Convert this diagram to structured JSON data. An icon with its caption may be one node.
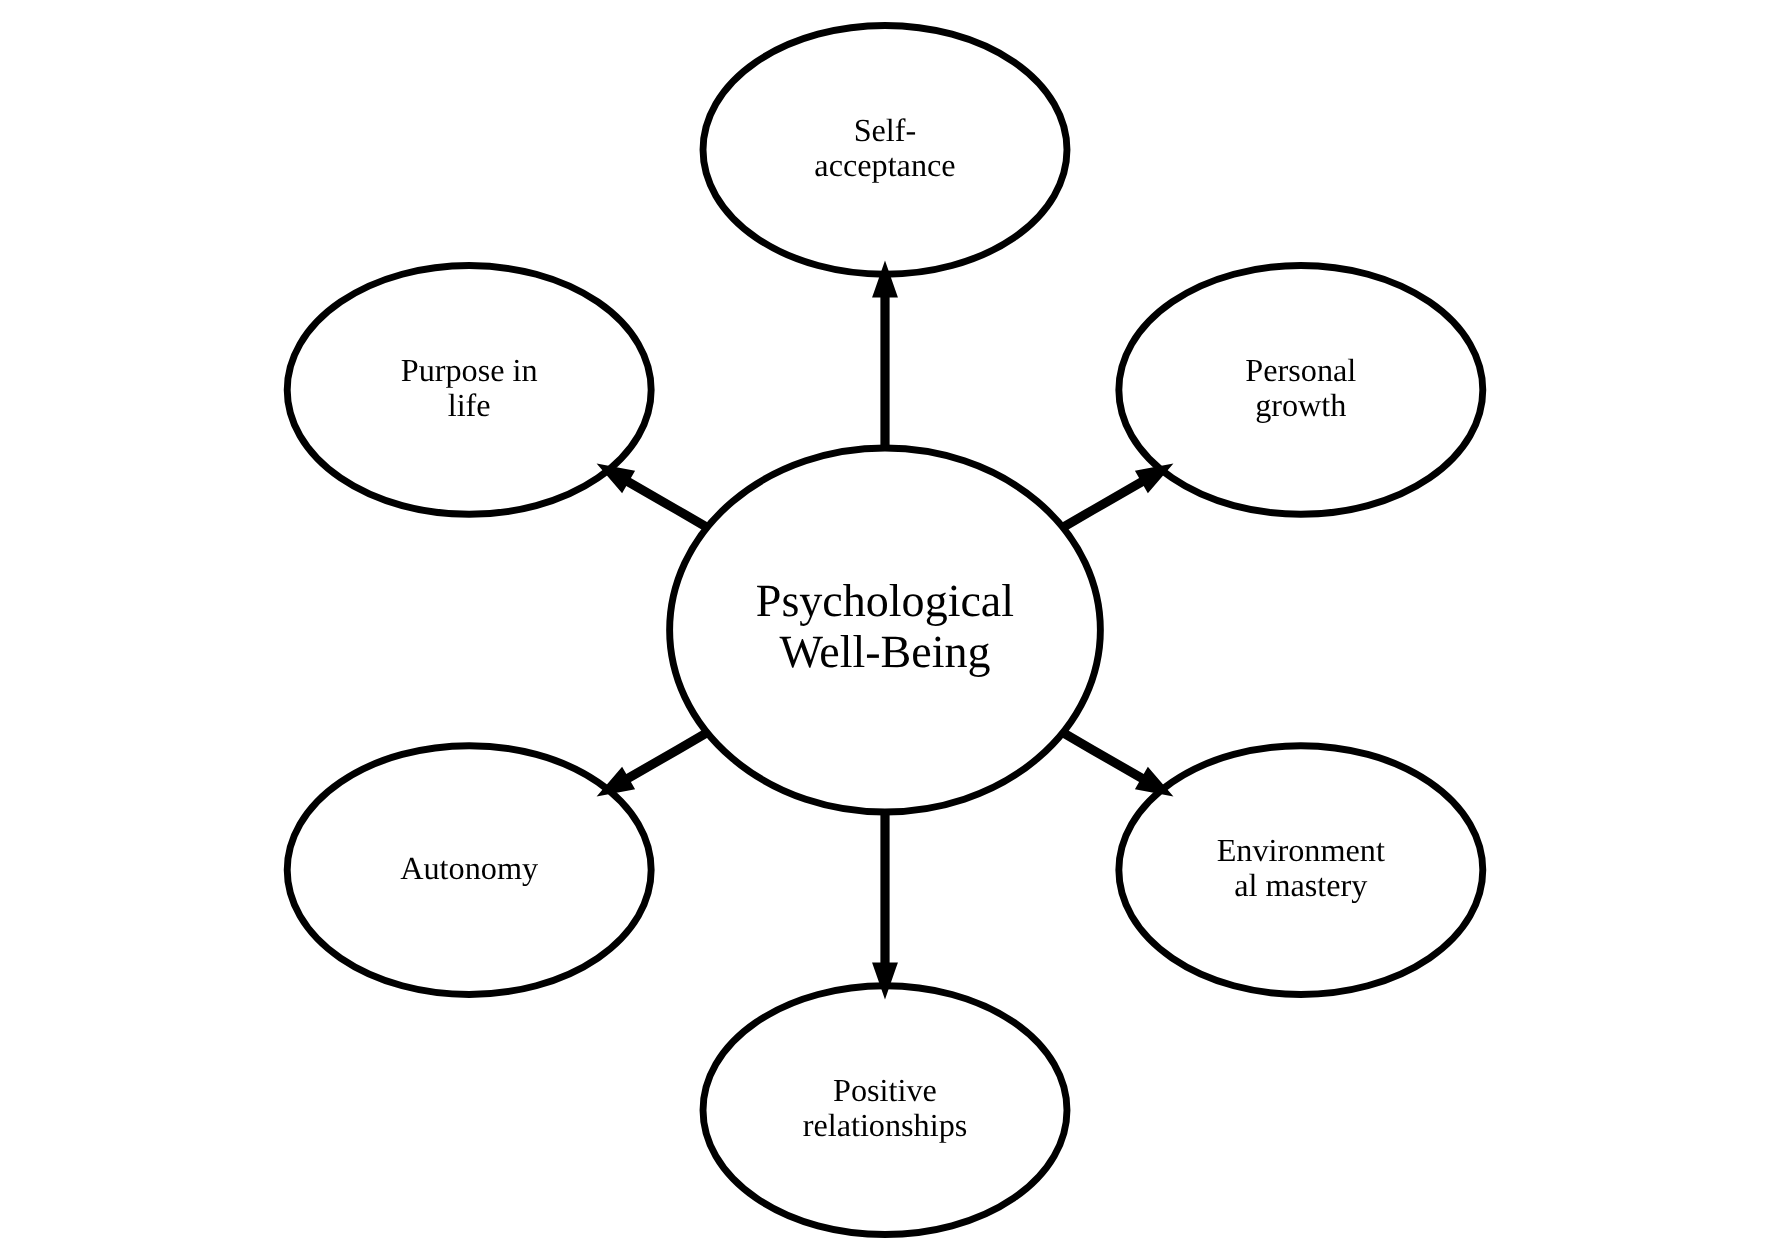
{
  "diagram": {
    "nodes": [
      {
        "text": [
          "Psychological Well-Being"
        ]
      },
      {
        "text": [
          "Personal growth"
        ]
      },
      {
        "text": [
          "Self- acceptance"
        ]
      },
      {
        "text": [
          "Purpose in life"
        ]
      },
      {
        "text": [
          "Autonomy"
        ]
      },
      {
        "text": [
          "Positive relationships"
        ]
      },
      {
        "text": [
          "Environment al mastery"
        ]
      }
    ],
    "edges": [
      {
        "from": 0,
        "to": 1,
        "arrow": "to"
      },
      {
        "from": 0,
        "to": 2,
        "arrow": "to"
      },
      {
        "from": 0,
        "to": 3,
        "arrow": "to"
      },
      {
        "from": 0,
        "to": 4,
        "arrow": "to"
      },
      {
        "from": 0,
        "to": 5,
        "arrow": "to"
      },
      {
        "from": 0,
        "to": 6,
        "arrow": "to"
      }
    ]
  }
}
